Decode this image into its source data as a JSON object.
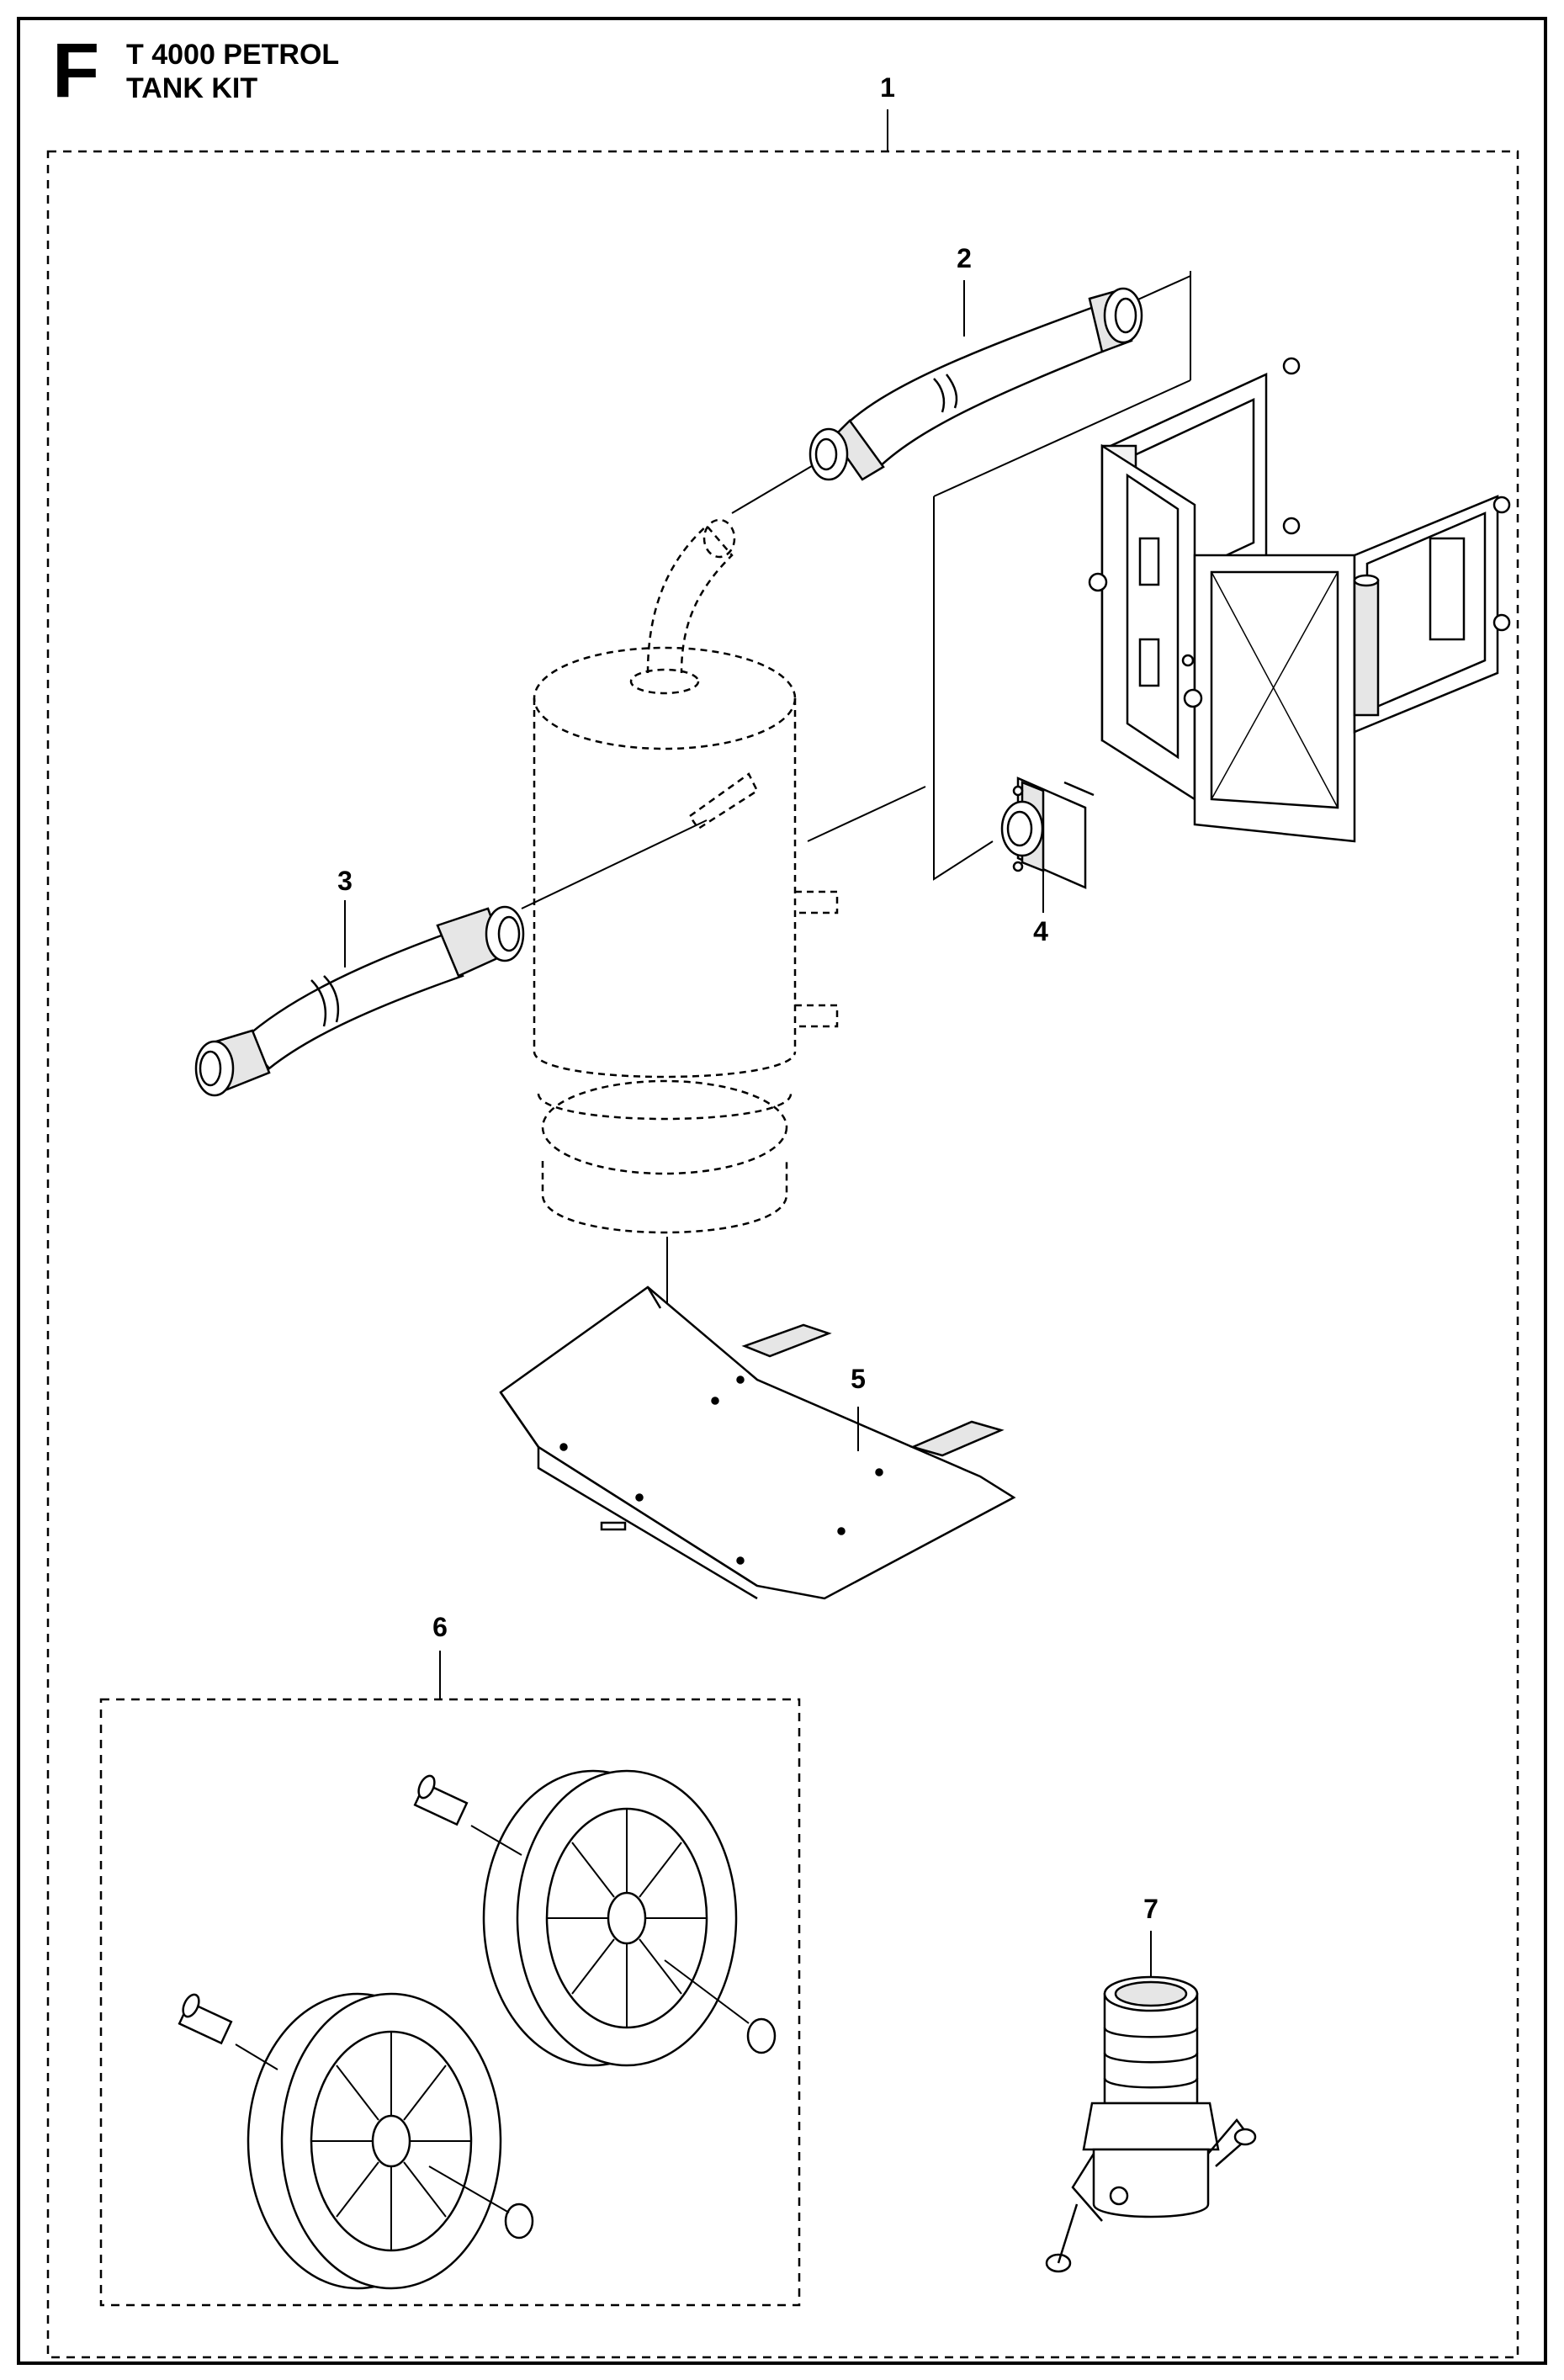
{
  "header": {
    "section_letter": "F",
    "title_line1": "T 4000 PETROL",
    "title_line2": "TANK KIT"
  },
  "callouts": {
    "c1": "1",
    "c2": "2",
    "c3": "3",
    "c4": "4",
    "c5": "5",
    "c6": "6",
    "c7": "7"
  },
  "parts": [
    {
      "number": "1",
      "icon": "tank-kit-group"
    },
    {
      "number": "2",
      "icon": "fuel-hose-icon"
    },
    {
      "number": "3",
      "icon": "fuel-hose-icon"
    },
    {
      "number": "4",
      "icon": "hose-connector-bracket-icon"
    },
    {
      "number": "5",
      "icon": "tank-base-plate-icon"
    },
    {
      "number": "6",
      "icon": "wheel-kit-icon"
    },
    {
      "number": "7",
      "icon": "camlock-coupling-icon"
    }
  ],
  "colors": {
    "line": "#000000",
    "fill": "#ffffff",
    "shade": "#d6d6d6"
  }
}
